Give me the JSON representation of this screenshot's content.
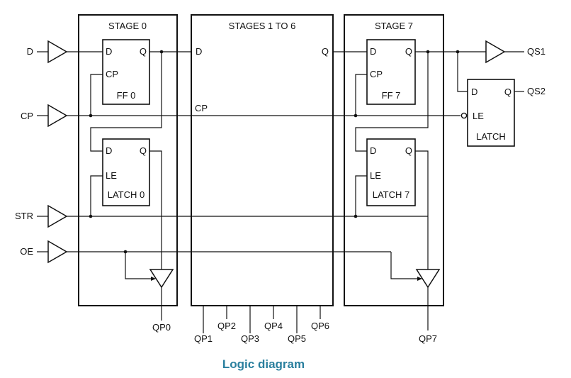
{
  "inputs": {
    "d": "D",
    "cp": "CP",
    "str": "STR",
    "oe": "OE"
  },
  "stage0": {
    "title": "STAGE 0",
    "ff": {
      "d": "D",
      "q": "Q",
      "cp": "CP",
      "name": "FF 0"
    },
    "latch": {
      "d": "D",
      "q": "Q",
      "le": "LE",
      "name": "LATCH 0"
    }
  },
  "middle": {
    "title": "STAGES 1 TO 6",
    "d": "D",
    "q": "Q",
    "cp": "CP"
  },
  "stage7": {
    "title": "STAGE 7",
    "ff": {
      "d": "D",
      "q": "Q",
      "cp": "CP",
      "name": "FF 7"
    },
    "latch": {
      "d": "D",
      "q": "Q",
      "le": "LE",
      "name": "LATCH 7"
    }
  },
  "out_latch": {
    "d": "D",
    "q": "Q",
    "le": "LE",
    "name": "LATCH"
  },
  "outputs": {
    "qs1": "QS1",
    "qs2": "QS2",
    "qp0": "QP0",
    "qp1": "QP1",
    "qp2": "QP2",
    "qp3": "QP3",
    "qp4": "QP4",
    "qp5": "QP5",
    "qp6": "QP6",
    "qp7": "QP7"
  },
  "caption": "Logic diagram",
  "colors": {
    "caption": "#2a7f9e",
    "line": "#111111"
  }
}
